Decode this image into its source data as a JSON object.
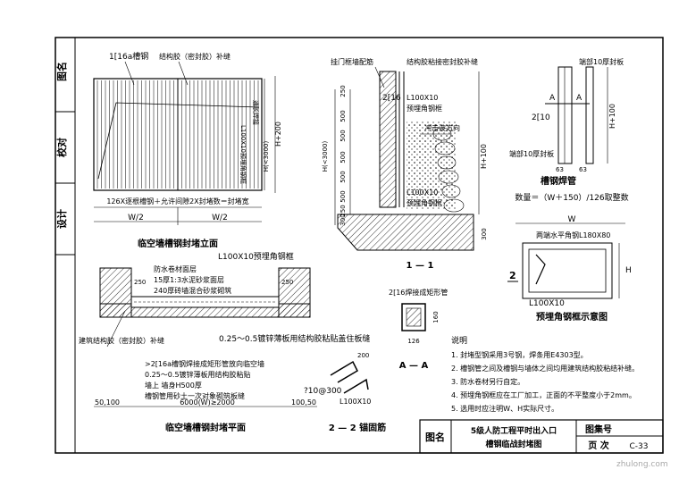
{
  "side_block": {
    "top_label": "图名",
    "mid_label": "校对",
    "bottom_label": "设计"
  },
  "elevation": {
    "title": "临空墙槽钢封堵立面",
    "channel_label": "1[16a槽钢",
    "sealant_label": "结构胶（密封胶）补缝",
    "dim_bottom": "126X逐根槽钢＋允许间隙2X封堵数＝封堵宽",
    "half_left": "W/2",
    "half_right": "W/2",
    "h_label": "H(<3000)",
    "h200_label": "H+200",
    "weld_label": "L100X10预埋角钢框",
    "top_label": "通长焊接"
  },
  "section11": {
    "title": "1 — 1",
    "top_note": "挂门框墙配筋",
    "sealant_note": "结构胶粘接密封胶补缝",
    "angle_label": "L100X10",
    "frame_label": "预埋角钢框",
    "channel_label": "2[16",
    "impact_label": "冲击波方向",
    "angle2_label": "L100X10",
    "frame2_label": "预埋角钢框",
    "dims": [
      "250",
      "500",
      "500",
      "500",
      "500",
      "500",
      "250",
      "300",
      "300"
    ],
    "h_label": "H(<3000)",
    "h100_label": "H+100"
  },
  "pipe": {
    "title": "槽钢焊管",
    "top_plate": "端部10厚封板",
    "side_plate": "端部10厚封板",
    "a_mark": "A",
    "channel_label": "2[10",
    "dim_63a": "63",
    "dim_63b": "63",
    "h100_label": "H+100",
    "qty_formula": "数量＝（W＋150）/126取整数"
  },
  "frame_diagram": {
    "title": "预埋角钢框示意图",
    "top_label": "两端水平角钢L180X80",
    "w_label": "W",
    "h_label": "H",
    "corner_label": "L100X10",
    "mark": "2"
  },
  "plan": {
    "title": "临空墙槽钢封堵平面",
    "frame_label": "L100X10预埋角钢框",
    "layers_title": "防水卷材面层",
    "layer1": "15厚1:3水泥砂浆面层",
    "layer2": "240厚砖墙混合砂浆砌筑",
    "dim_250a": "250",
    "dim_250b": "250",
    "gap_label": "0.25～0.5镀锌薄板用结构胶粘贴盖住板缝",
    "sealant_label": "建筑结构胶（密封胶）补缝",
    "note1": ">2[16a槽钢焊接成矩形管放向临空墙",
    "note2": "0.25～0.5镀锌薄板用结构胶粘贴",
    "note3": "墙上 墙身H500厚",
    "note4": "槽钢管用砂土一次对象砌筑板缝",
    "dim_left": "50,100",
    "dim_mid": "6000(W)≥2000",
    "dim_right": "100,50"
  },
  "section_aa": {
    "title": "A — A",
    "top_label": "2[16焊接成矩形管",
    "dim_w": "126",
    "dim_h": "160"
  },
  "anchor": {
    "title": "2 — 2 锚固筋",
    "bar_label": "?10@300",
    "angle_label": "L100X10",
    "dim_200": "200"
  },
  "notes": {
    "heading": "说明",
    "items": [
      "1.  封堵型钢采用3号钢，焊条用E4303型。",
      "2.  槽钢管之间及槽钢与墙体之间均用建筑结构胶粘结补缝。",
      "3.  防水卷材另行自定。",
      "4.  预埋角钢框应在工厂加工，正面的不平整度小于2mm。",
      "5.  选用时应注明W、H实际尺寸。"
    ]
  },
  "title_block": {
    "name_label": "图名",
    "name_line1": "5级人防工程平时出入口",
    "name_line2": "槽钢临战封堵图",
    "sheet_label": "图集号",
    "page_label": "页 次",
    "page_value": "C-33"
  },
  "watermark": "zhulong.com"
}
